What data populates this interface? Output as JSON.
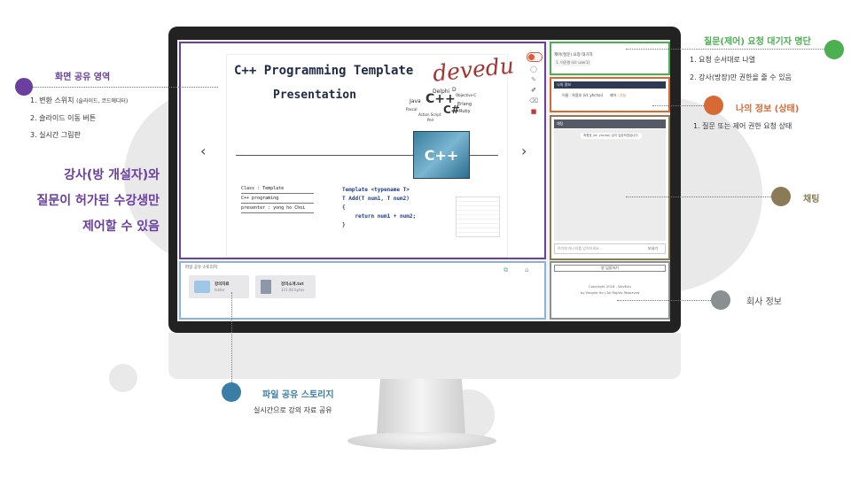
{
  "slide": {
    "title": "C++ Programming Template",
    "subtitle": "Presentation",
    "handwriting": "devedu",
    "cpp_box_label": "C++",
    "word_cloud": [
      "C++",
      "Java",
      "Delphi",
      "Objective-C",
      "Pascal",
      "Erlang",
      "Action Script",
      "Perl",
      "Ruby",
      "C#",
      "D"
    ],
    "info_rows": [
      "Class : Template",
      "C++ programing",
      "presenter : yong ho Choi"
    ],
    "code_lines": [
      "Template <typename T>",
      "T Add(T num1, T num2)",
      "{",
      "    return num1 + num2;",
      "}"
    ],
    "prev_arrow": "‹",
    "next_arrow": "›"
  },
  "files": {
    "title": "파일 공유 스토리지",
    "items": [
      {
        "name": "강의자료",
        "meta": "folder",
        "type": "folder"
      },
      {
        "name": "강의소개.txt",
        "meta": "121.90 bytes",
        "type": "file"
      }
    ]
  },
  "queue": {
    "title": "제어(질문) 요청 대기자",
    "item": "1. 이준형 (id: user1)"
  },
  "my_info": {
    "header": "나의 정보",
    "name_label": "이름 :",
    "name_value": "최용호 (id: yhchoi)",
    "status_label": "제어 :",
    "status_value": "가능"
  },
  "chat": {
    "header": "채팅",
    "message": "최용호 (id: yhchoi) 님이 입장하였습니다.",
    "input_placeholder": "여기에 메시지를 입력하세요...",
    "send_label": "보내기"
  },
  "company": {
    "request_button": "방 입장하기",
    "copyright": "Copyright 2016 - DevEdu",
    "credit": "by Yongho Ho  |  All Rights Reserved"
  },
  "annotations": {
    "screen_share": {
      "title": "화면 공유 영역",
      "lines": [
        "1. 변환 스위치",
        "2. 슬라이드 이동 버튼",
        "3. 실시간 그림판"
      ],
      "line1_small": "(슬라이드, 코드에디터)"
    },
    "big_message": [
      "강사(방 개설자)와",
      "질문이 허가된 수강생만",
      "제어할 수 있음"
    ],
    "queue": {
      "title": "질문(제어) 요청 대기자 명단",
      "lines": [
        "1. 요청 순서대로 나열",
        "2. 강사(방장)만 권한을 줄 수 있음"
      ]
    },
    "my_info": {
      "title": "나의 정보 (상태)",
      "line": "1. 질문 또는 제어 권한 요청 상태"
    },
    "chat": {
      "title": "채팅"
    },
    "company": {
      "title": "회사 정보"
    },
    "file_share": {
      "title": "파일 공유 스토리지",
      "line": "실시간으로 강의 자료 공유"
    }
  },
  "colors": {
    "purple": "#6a3fa0",
    "green": "#4caf50",
    "orange": "#d76a34",
    "olive": "#8a7a55",
    "gray": "#8a9090",
    "blue": "#3a7ea8"
  }
}
